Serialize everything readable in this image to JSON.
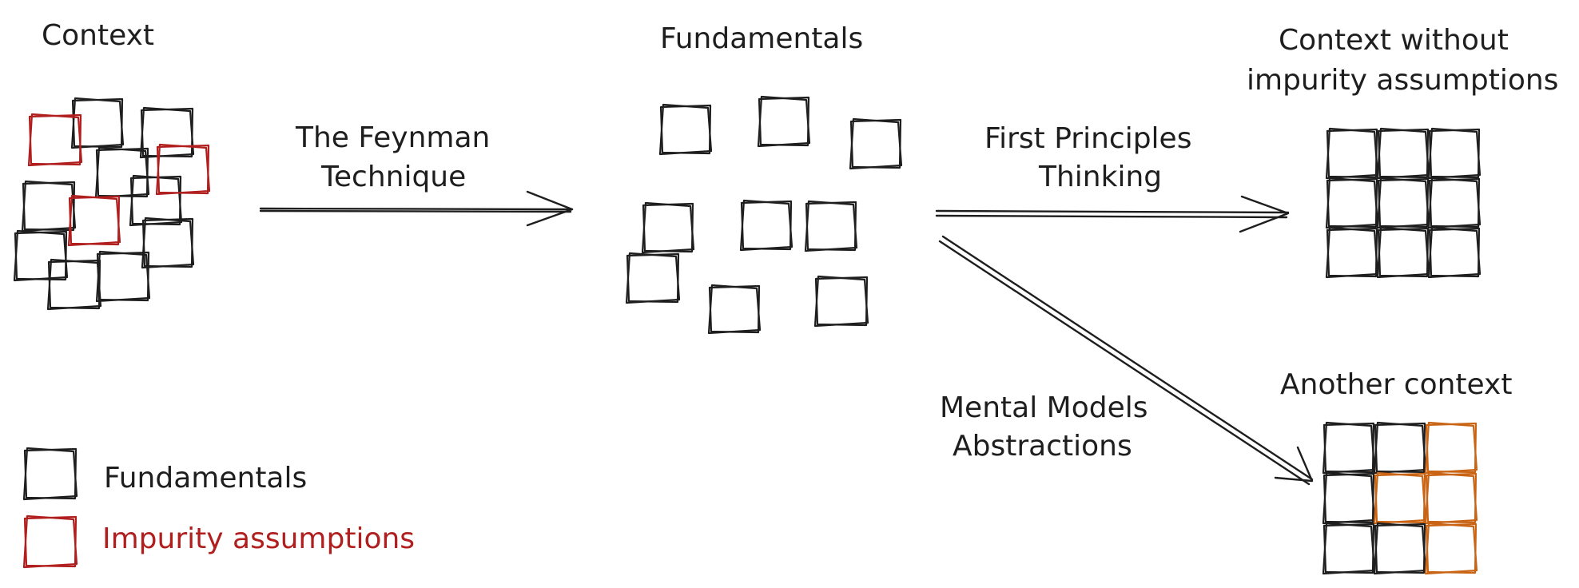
{
  "colors": {
    "ink": "#1e1e1e",
    "impurity": "#b01e1e",
    "other": "#c86414"
  },
  "labels": {
    "context": "Context",
    "fundamentals": "Fundamentals",
    "context_without_line1": "Context without",
    "context_without_line2": "impurity assumptions",
    "another_context": "Another context",
    "feynman_line1": "The Feynman",
    "feynman_line2": "Technique",
    "first_principles_line1": "First Principles",
    "first_principles_line2": "Thinking",
    "mental_models_line1": "Mental Models",
    "mental_models_line2": "Abstractions"
  },
  "legend": {
    "fundamentals": "Fundamentals",
    "impurity": "Impurity assumptions"
  }
}
